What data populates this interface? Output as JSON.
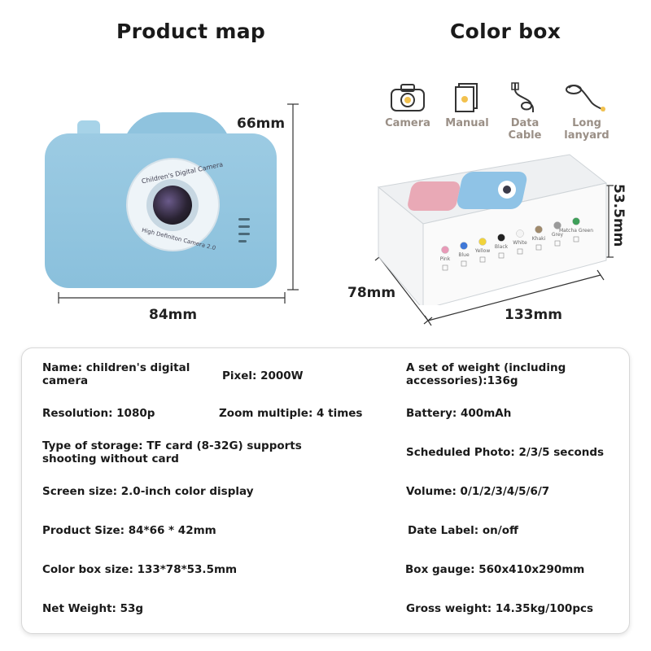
{
  "headings": {
    "left": "Product map",
    "right": "Color box"
  },
  "camera": {
    "text_top": "Children's Digital Camera",
    "text_bottom": "High Definiton Camera 2.0",
    "width_label": "84mm",
    "height_label": "66mm",
    "body_color": "#8fc3de"
  },
  "accessories": [
    {
      "icon": "camera-icon",
      "label": "Camera"
    },
    {
      "icon": "manual-icon",
      "label": "Manual"
    },
    {
      "icon": "data-cable-icon",
      "label": "Data Cable"
    },
    {
      "icon": "lanyard-icon",
      "label": "Long lanyard"
    }
  ],
  "box": {
    "length_label": "133mm",
    "width_label": "78mm",
    "height_label": "53.5mm",
    "colors": [
      {
        "name": "Pink",
        "hex": "#e89ab8"
      },
      {
        "name": "Blue",
        "hex": "#3f78d8"
      },
      {
        "name": "Yellow",
        "hex": "#f1d33b"
      },
      {
        "name": "Black",
        "hex": "#222222"
      },
      {
        "name": "White",
        "hex": "#f4f4f4"
      },
      {
        "name": "Khaki",
        "hex": "#a08a6c"
      },
      {
        "name": "Grey",
        "hex": "#9a9a9a"
      },
      {
        "name": "Matcha Green",
        "hex": "#3fa05a"
      }
    ]
  },
  "specs": {
    "name": "Name: children's digital camera",
    "pixel": "Pixel: 2000W",
    "weight_set": "A set of weight (including accessories):136g",
    "resolution": "Resolution: 1080p",
    "zoom": "Zoom multiple: 4 times",
    "battery": "Battery: 400mAh",
    "storage": "Type of storage: TF card (8-32G) supports shooting without card",
    "scheduled": "Scheduled Photo: 2/3/5 seconds",
    "screen": "Screen size: 2.0-inch color display",
    "volume": "Volume: 0/1/2/3/4/5/6/7",
    "product_size": "Product Size: 84*66 * 42mm",
    "date_label": "Date Label: on/off",
    "box_size": "Color box size: 133*78*53.5mm",
    "box_gauge": "Box gauge: 560x410x290mm",
    "net_weight": "Net Weight: 53g",
    "gross_weight": "Gross weight: 14.35kg/100pcs"
  }
}
